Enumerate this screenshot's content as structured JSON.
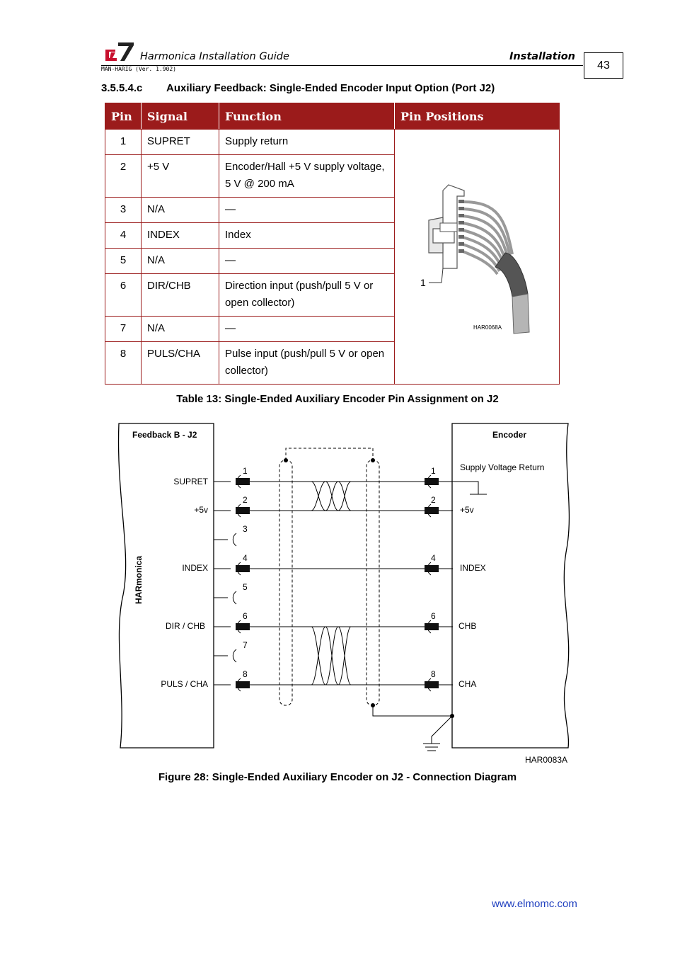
{
  "header": {
    "doc_title": "Harmonica Installation Guide",
    "section": "Installation",
    "version": "MAN-HARIG (Ver. 1.902)",
    "page_number": "43",
    "logo_color": "#c8102e"
  },
  "heading": {
    "number": "3.5.5.4.c",
    "title": "Auxiliary Feedback: Single-Ended Encoder Input Option (Port J2)"
  },
  "table": {
    "columns": [
      "Pin",
      "Signal",
      "Function",
      "Pin Positions"
    ],
    "rows": [
      {
        "pin": "1",
        "signal": "SUPRET",
        "function": "Supply return"
      },
      {
        "pin": "2",
        "signal": "+5 V",
        "function": "Encoder/Hall +5 V supply voltage, 5 V @ 200 mA"
      },
      {
        "pin": "3",
        "signal": "N/A",
        "function": "—"
      },
      {
        "pin": "4",
        "signal": "INDEX",
        "function": "Index"
      },
      {
        "pin": "5",
        "signal": "N/A",
        "function": "—"
      },
      {
        "pin": "6",
        "signal": "DIR/CHB",
        "function": "Direction input (push/pull 5 V or open collector)"
      },
      {
        "pin": "7",
        "signal": "N/A",
        "function": "—"
      },
      {
        "pin": "8",
        "signal": "PULS/CHA",
        "function": "Pulse input (push/pull 5 V or open collector)"
      }
    ],
    "connector_image": {
      "pin_label": "1",
      "code": "HAR0068A"
    },
    "header_color": "#9b1b1b"
  },
  "table_caption": "Table 13: Single-Ended Auxiliary Encoder Pin Assignment on J2",
  "diagram": {
    "left_title": "Feedback B - J2",
    "left_vertical": "HARmonica",
    "right_title": "Encoder",
    "right_supply": "Supply Voltage Return",
    "left_pins": [
      {
        "num": "1",
        "label": "SUPRET"
      },
      {
        "num": "2",
        "label": "+5v"
      },
      {
        "num": "3",
        "label": ""
      },
      {
        "num": "4",
        "label": "INDEX"
      },
      {
        "num": "5",
        "label": ""
      },
      {
        "num": "6",
        "label": "DIR / CHB"
      },
      {
        "num": "7",
        "label": ""
      },
      {
        "num": "8",
        "label": "PULS / CHA"
      }
    ],
    "right_pins": [
      {
        "num": "1",
        "label": ""
      },
      {
        "num": "2",
        "label": "+5v"
      },
      {
        "num": "4",
        "label": "INDEX"
      },
      {
        "num": "6",
        "label": "CHB"
      },
      {
        "num": "8",
        "label": "CHA"
      }
    ],
    "code": "HAR0083A"
  },
  "figure_caption": "Figure 28: Single-Ended Auxiliary Encoder on J2 - Connection Diagram",
  "footer": {
    "website": "www.elmomc.com",
    "link_color": "#1f3fbf"
  }
}
